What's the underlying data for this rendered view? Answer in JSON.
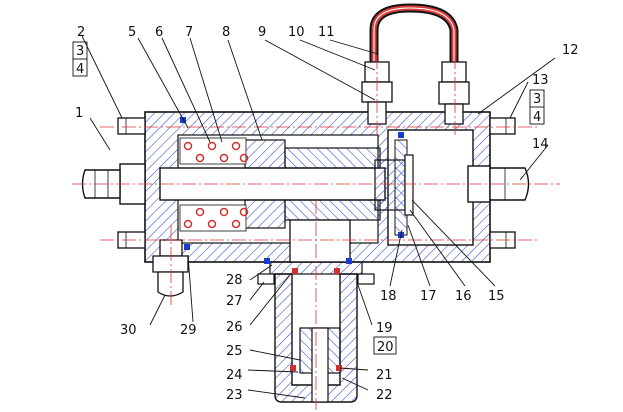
{
  "labels": {
    "n1": "1",
    "n2": "2",
    "n3a": "3",
    "n4a": "4",
    "n5": "5",
    "n6": "6",
    "n7": "7",
    "n8": "8",
    "n9": "9",
    "n10": "10",
    "n11": "11",
    "n12": "12",
    "n13": "13",
    "n3b": "3",
    "n4b": "4",
    "n14": "14",
    "n15": "15",
    "n16": "16",
    "n17": "17",
    "n18": "18",
    "n19": "19",
    "n20": "20",
    "n21": "21",
    "n22": "22",
    "n23": "23",
    "n24": "24",
    "n25": "25",
    "n26": "26",
    "n27": "27",
    "n28": "28",
    "n29": "29",
    "n30": "30"
  },
  "colors": {
    "hatch": "#2f4bd8",
    "outline": "#111111",
    "centerline": "#e03030",
    "spring": "#d03030",
    "seal": "#1a3ad0",
    "pipe": "#d84040"
  }
}
